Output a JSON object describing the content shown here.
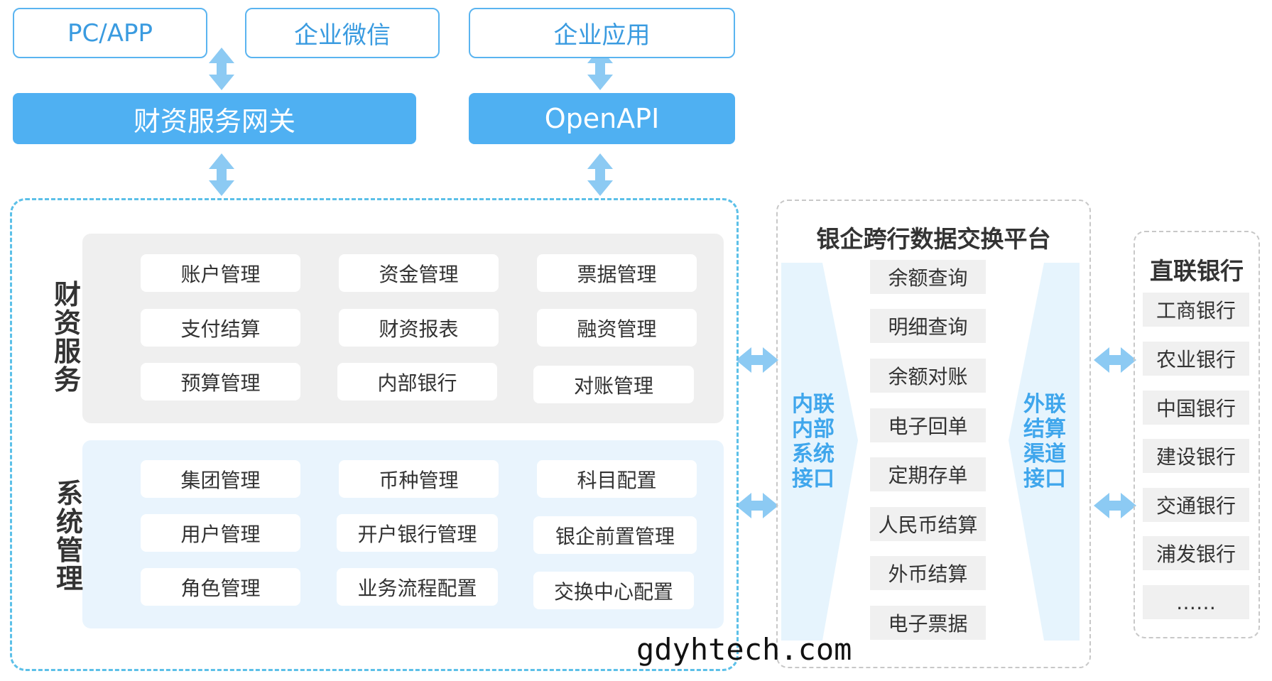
{
  "top": {
    "pc_app": "PC/APP",
    "wechat": "企业微信",
    "enterprise_app": "企业应用",
    "gateway": "财资服务网关",
    "openapi": "OpenAPI"
  },
  "finance": {
    "title": "财资服务",
    "items": [
      "账户管理",
      "资金管理",
      "票据管理",
      "支付结算",
      "财资报表",
      "融资管理",
      "预算管理",
      "内部银行",
      "对账管理"
    ]
  },
  "system": {
    "title": "系统管理",
    "items": [
      "集团管理",
      "币种管理",
      "科目配置",
      "用户管理",
      "开户银行管理",
      "银企前置管理",
      "角色管理",
      "业务流程配置",
      "交换中心配置"
    ]
  },
  "exchange": {
    "title": "银企跨行数据交换平台",
    "inner_label": "内联内部系统接口",
    "outer_label": "外联结算渠道接口",
    "items": [
      "余额查询",
      "明细查询",
      "余额对账",
      "电子回单",
      "定期存单",
      "人民币结算",
      "外币结算",
      "电子票据"
    ]
  },
  "banks": {
    "title": "直联银行",
    "items": [
      "工商银行",
      "农业银行",
      "中国银行",
      "建设银行",
      "交通银行",
      "浦发银行",
      "……"
    ]
  },
  "watermark": "gdyhtech.com",
  "colors": {
    "accent": "#4fb0f2",
    "border_blue": "#5ab4f0",
    "label_blue": "#3fa6ec",
    "arrow": "#8ccaf3"
  }
}
